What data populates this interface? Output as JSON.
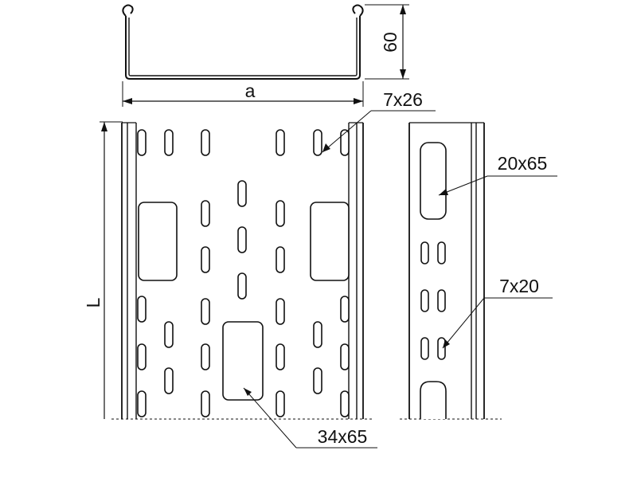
{
  "labels": {
    "height_dim": "60",
    "width_dim": "a",
    "length_dim": "L",
    "hole_7x26": "7x26",
    "hole_20x65": "20x65",
    "hole_7x20": "7x20",
    "hole_34x65": "34x65"
  }
}
